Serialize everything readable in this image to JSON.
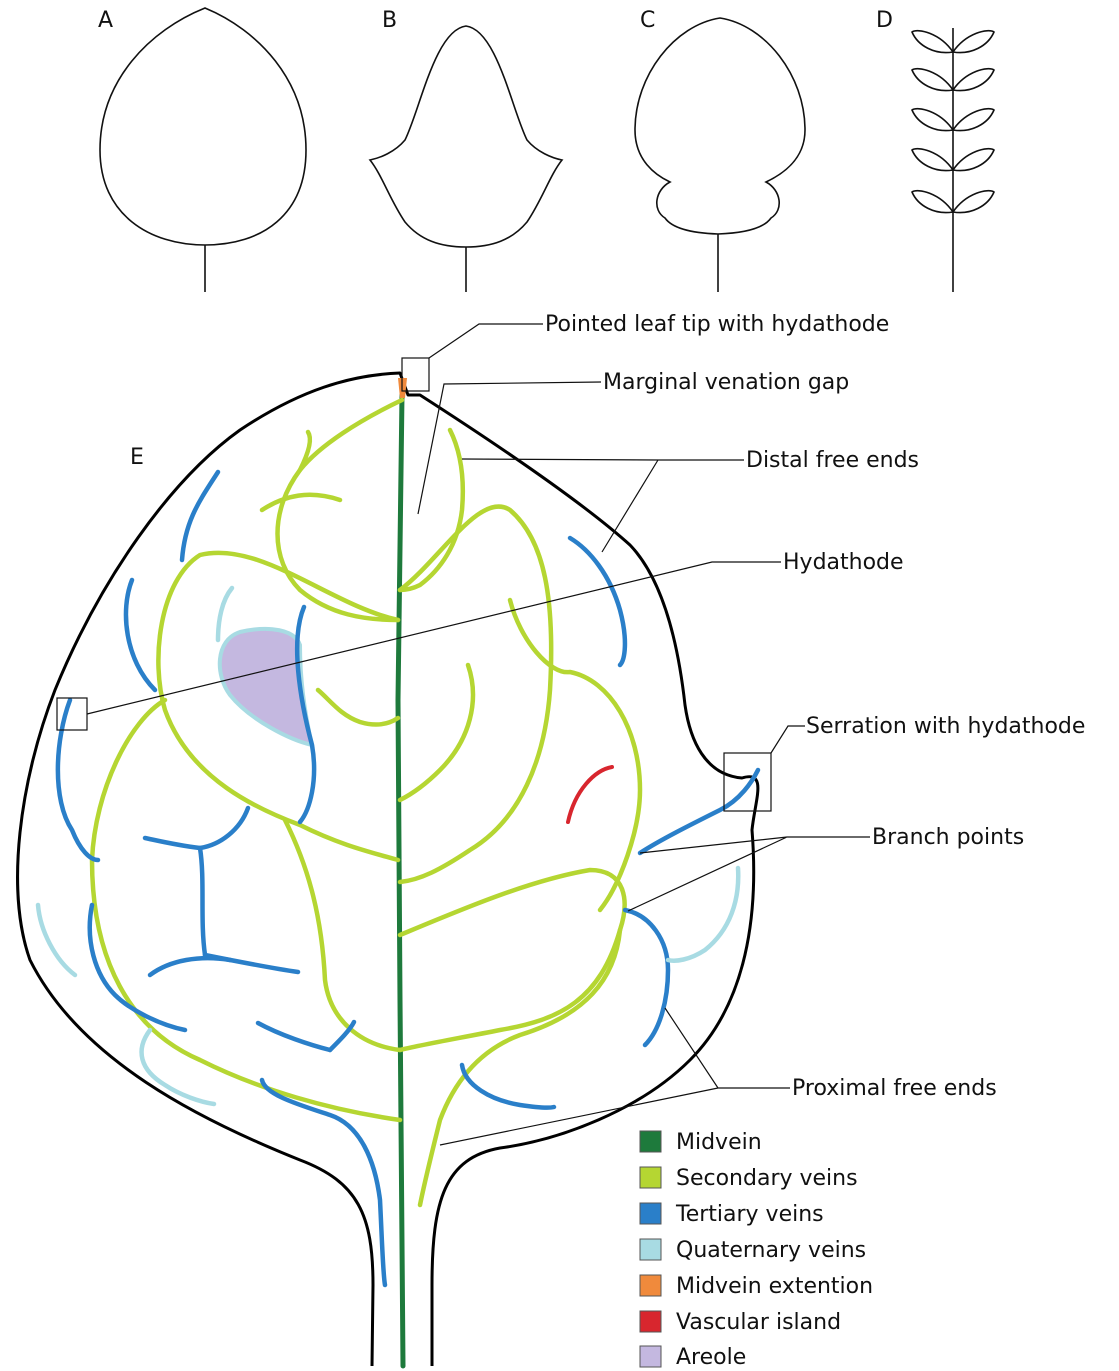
{
  "panels": {
    "a": "A",
    "b": "B",
    "c": "C",
    "d": "D",
    "e": "E"
  },
  "callouts": {
    "pointed_tip": "Pointed leaf tip with hydathode",
    "marginal_gap": "Marginal venation gap",
    "distal_free_ends": "Distal free ends",
    "hydathode": "Hydathode",
    "serration": "Serration with hydathode",
    "branch_points": "Branch points",
    "proximal_free_ends": "Proximal free ends"
  },
  "legend": [
    {
      "label": "Midvein",
      "color": "#1e7a3c"
    },
    {
      "label": "Secondary veins",
      "color": "#b5d632"
    },
    {
      "label": "Tertiary veins",
      "color": "#2a7fc9"
    },
    {
      "label": "Quaternary veins",
      "color": "#a8dbe3"
    },
    {
      "label": "Midvein extention",
      "color": "#f08a3c"
    },
    {
      "label": "Vascular island",
      "color": "#d8262e"
    },
    {
      "label": "Areole",
      "color": "#c4b8e0"
    }
  ]
}
